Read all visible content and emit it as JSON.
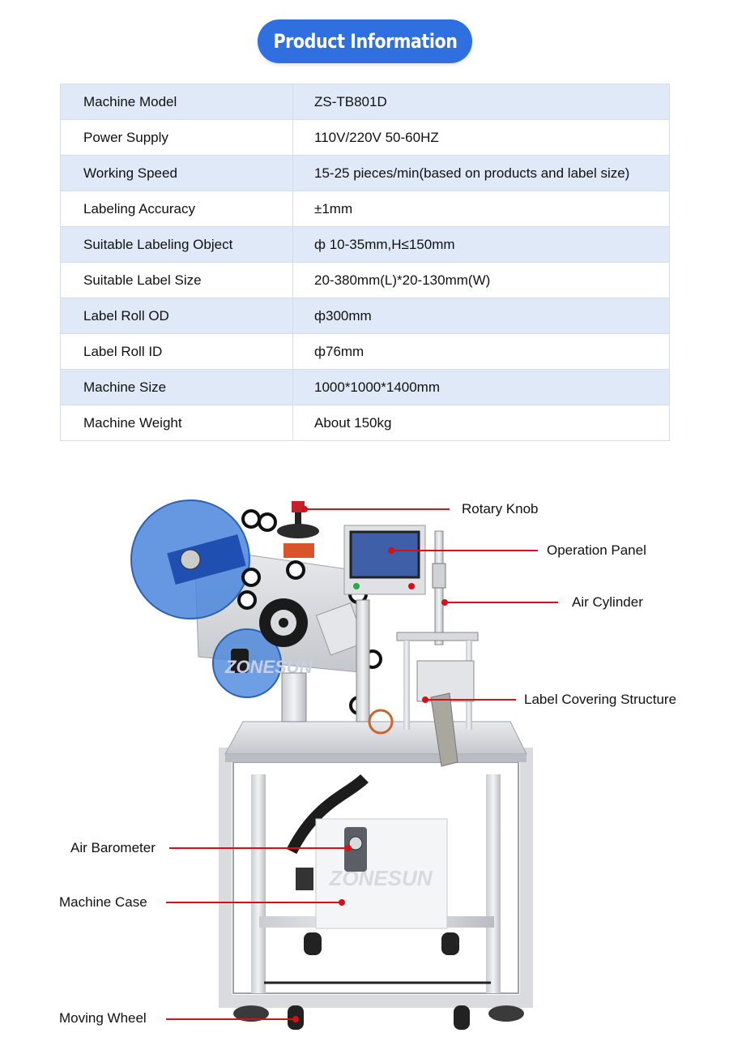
{
  "title": "Product Information",
  "specs": [
    {
      "key": "Machine Model",
      "value": "ZS-TB801D"
    },
    {
      "key": "Power Supply",
      "value": "110V/220V 50-60HZ"
    },
    {
      "key": "Working Speed",
      "value": "15-25 pieces/min(based on products and label size)"
    },
    {
      "key": "Labeling Accuracy",
      "value": "±1mm"
    },
    {
      "key": "Suitable Labeling Object",
      "value": "ф 10-35mm,H≤150mm"
    },
    {
      "key": "Suitable Label Size",
      "value": "20-380mm(L)*20-130mm(W)"
    },
    {
      "key": "Label Roll OD",
      "value": "ф300mm"
    },
    {
      "key": "Label Roll ID",
      "value": "ф76mm"
    },
    {
      "key": "Machine Size",
      "value": "1000*1000*1400mm"
    },
    {
      "key": "Machine Weight",
      "value": "About 150kg"
    }
  ],
  "callouts": {
    "rotary_knob": "Rotary Knob",
    "operation_panel": "Operation Panel",
    "air_cylinder": "Air Cylinder",
    "label_covering": "Label Covering Structure",
    "air_barometer": "Air Barometer",
    "machine_case": "Machine Case",
    "moving_wheel": "Moving Wheel"
  },
  "brand": {
    "watermark_top": "ZONESUN",
    "watermark_case": "ZONESUN"
  },
  "colors": {
    "accent": "#2f6fe0",
    "callout": "#d4101a",
    "row_alt": "#dfe9f8"
  }
}
